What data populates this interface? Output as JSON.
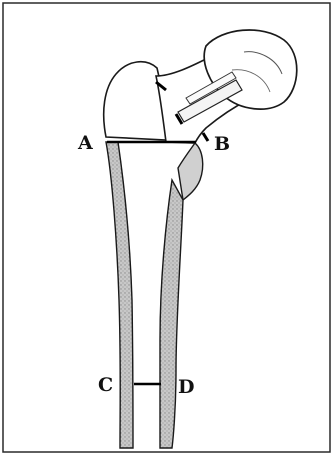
{
  "figure": {
    "labels": {
      "a": "A",
      "b": "B",
      "c": "C",
      "d": "D"
    }
  },
  "colors": {
    "frame": "#2a2a2a",
    "outline": "#1a1a1a",
    "cortex": "#b5b5b5",
    "bone_fill": "#ffffff",
    "measure_line": "#000000"
  }
}
